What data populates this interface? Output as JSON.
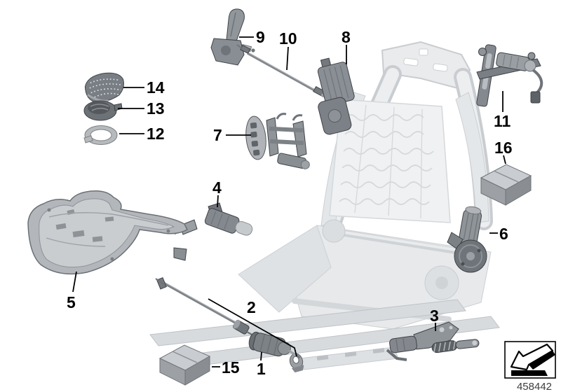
{
  "diagram": {
    "description_visible_text_only": true,
    "callouts": [
      {
        "label": "1"
      },
      {
        "label": "2"
      },
      {
        "label": "3"
      },
      {
        "label": "4"
      },
      {
        "label": "5"
      },
      {
        "label": "6"
      },
      {
        "label": "7"
      },
      {
        "label": "8"
      },
      {
        "label": "9"
      },
      {
        "label": "10"
      },
      {
        "label": "11"
      },
      {
        "label": "12"
      },
      {
        "label": "13"
      },
      {
        "label": "14"
      },
      {
        "label": "15"
      },
      {
        "label": "16"
      }
    ],
    "stamp": {
      "part_number": "458442",
      "arrow_icon": "direction-arrow-down-left"
    },
    "colors": {
      "callout_text": "#000000",
      "stamp_text": "#3d3d3d",
      "part_dark": "#84898f",
      "part_light": "#c9ccd0",
      "ghost_frame": "#e6e8ea"
    }
  }
}
